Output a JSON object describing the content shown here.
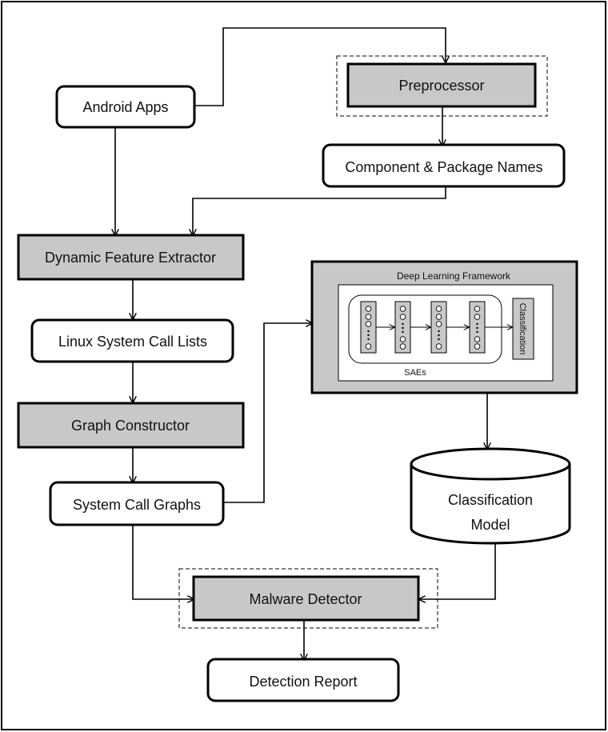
{
  "colors": {
    "gray_fill": "#c8c8c8",
    "stroke": "#000000",
    "background": "#ffffff"
  },
  "nodes": {
    "android_apps": "Android Apps",
    "preprocessor": "Preprocessor",
    "component_package": "Component & Package Names",
    "dynamic_extractor": "Dynamic Feature Extractor",
    "linux_call_lists": "Linux System Call Lists",
    "graph_constructor": "Graph Constructor",
    "system_call_graphs": "System Call Graphs",
    "malware_detector": "Malware Detector",
    "detection_report": "Detection Report",
    "classification_model_line1": "Classification",
    "classification_model_line2": "Model"
  },
  "framework": {
    "title": "Deep Learning Framework",
    "saes_label": "SAEs",
    "classification_label": "Classification"
  }
}
